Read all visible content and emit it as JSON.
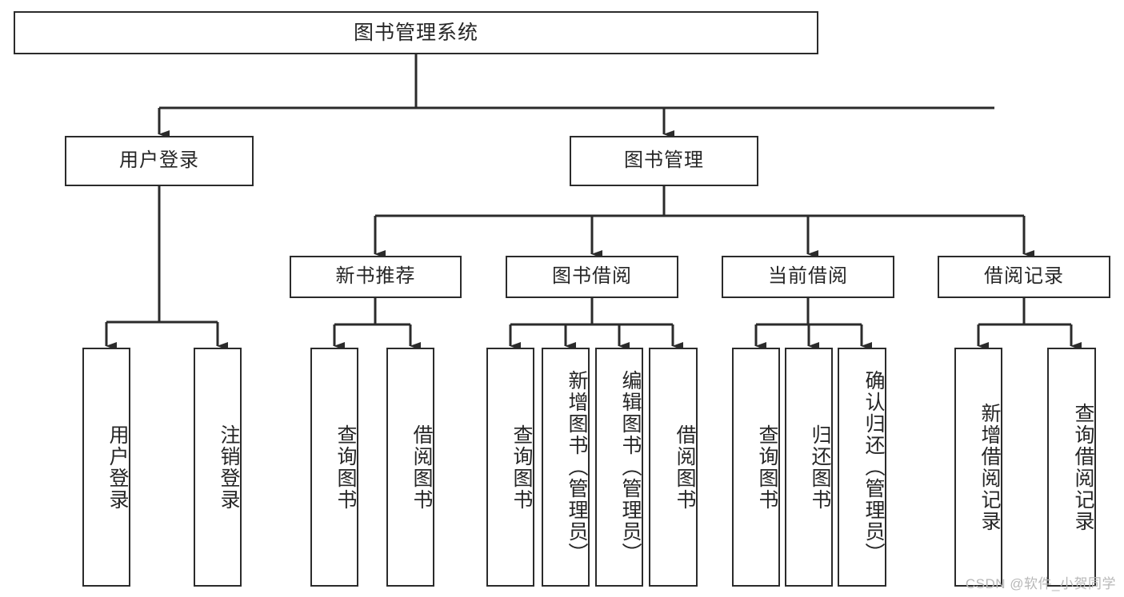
{
  "diagram": {
    "title": "图书管理系统",
    "type": "tree-hierarchy-chart",
    "colors": {
      "box_border": "#2b2b2b",
      "box_fill": "#ffffff",
      "text": "#262626",
      "edge": "#2b2b2b",
      "watermark": "#b8b8b8",
      "background": "#ffffff"
    },
    "nodes": {
      "root": {
        "label": "图书管理系统"
      },
      "level2": [
        {
          "id": "user-login",
          "label": "用户登录"
        },
        {
          "id": "book-management",
          "label": "图书管理"
        }
      ],
      "level3": [
        {
          "id": "new-book-recommend",
          "label": "新书推荐"
        },
        {
          "id": "book-borrow",
          "label": "图书借阅"
        },
        {
          "id": "current-borrow",
          "label": "当前借阅"
        },
        {
          "id": "borrow-record",
          "label": "借阅记录"
        }
      ],
      "leaves": {
        "user_login": [
          {
            "id": "leaf-user-login",
            "label": "用户登录"
          },
          {
            "id": "leaf-user-logout",
            "label": "注销登录"
          }
        ],
        "new_book_recommend": [
          {
            "id": "leaf-query-book-1",
            "label": "查询图书"
          },
          {
            "id": "leaf-borrow-book-1",
            "label": "借阅图书"
          }
        ],
        "book_borrow": [
          {
            "id": "leaf-query-book-2",
            "label": "查询图书"
          },
          {
            "id": "leaf-add-book",
            "label": "新增图书（管理员）"
          },
          {
            "id": "leaf-edit-book",
            "label": "编辑图书（管理员）"
          },
          {
            "id": "leaf-borrow-book-2",
            "label": "借阅图书"
          }
        ],
        "current_borrow": [
          {
            "id": "leaf-query-book-3",
            "label": "查询图书"
          },
          {
            "id": "leaf-return-book",
            "label": "归还图书"
          },
          {
            "id": "leaf-confirm-return",
            "label": "确认归还（管理员）"
          }
        ],
        "borrow_record": [
          {
            "id": "leaf-add-record",
            "label": "新增借阅记录"
          },
          {
            "id": "leaf-query-record",
            "label": "查询借阅记录"
          }
        ]
      }
    },
    "watermark": "CSDN @软件_小贺同学"
  }
}
